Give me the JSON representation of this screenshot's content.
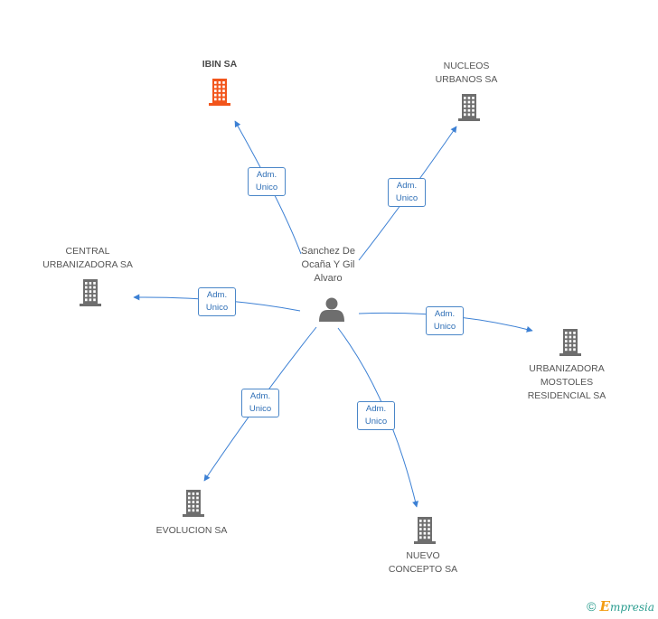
{
  "colors": {
    "edge": "#3c80d4",
    "building": "#6e6e6e",
    "building_highlight": "#f2551b",
    "person": "#6e6e6e"
  },
  "center": {
    "name": "Sanchez De\nOcaña Y Gil\nAlvaro",
    "icon": "person-icon"
  },
  "companies": [
    {
      "id": "ibin-sa",
      "name": "IBIN SA",
      "highlight": true
    },
    {
      "id": "nucleos-urbanos-sa",
      "name": "NUCLEOS\nURBANOS SA",
      "highlight": false
    },
    {
      "id": "central-urbanizadora-sa",
      "name": "CENTRAL\nURBANIZADORA SA",
      "highlight": false
    },
    {
      "id": "urbanizadora-mostoles-residencial-sa",
      "name": "URBANIZADORA\nMOSTOLES\nRESIDENCIAL SA",
      "highlight": false
    },
    {
      "id": "evolucion-sa",
      "name": "EVOLUCION SA",
      "highlight": false
    },
    {
      "id": "nuevo-concepto-sa",
      "name": "NUEVO\nCONCEPTO SA",
      "highlight": false
    }
  ],
  "relation": {
    "line1": "Adm.",
    "line2": "Unico"
  },
  "footer": {
    "copyright": "©",
    "brand_initial": "E",
    "brand_rest": "mpresia"
  }
}
